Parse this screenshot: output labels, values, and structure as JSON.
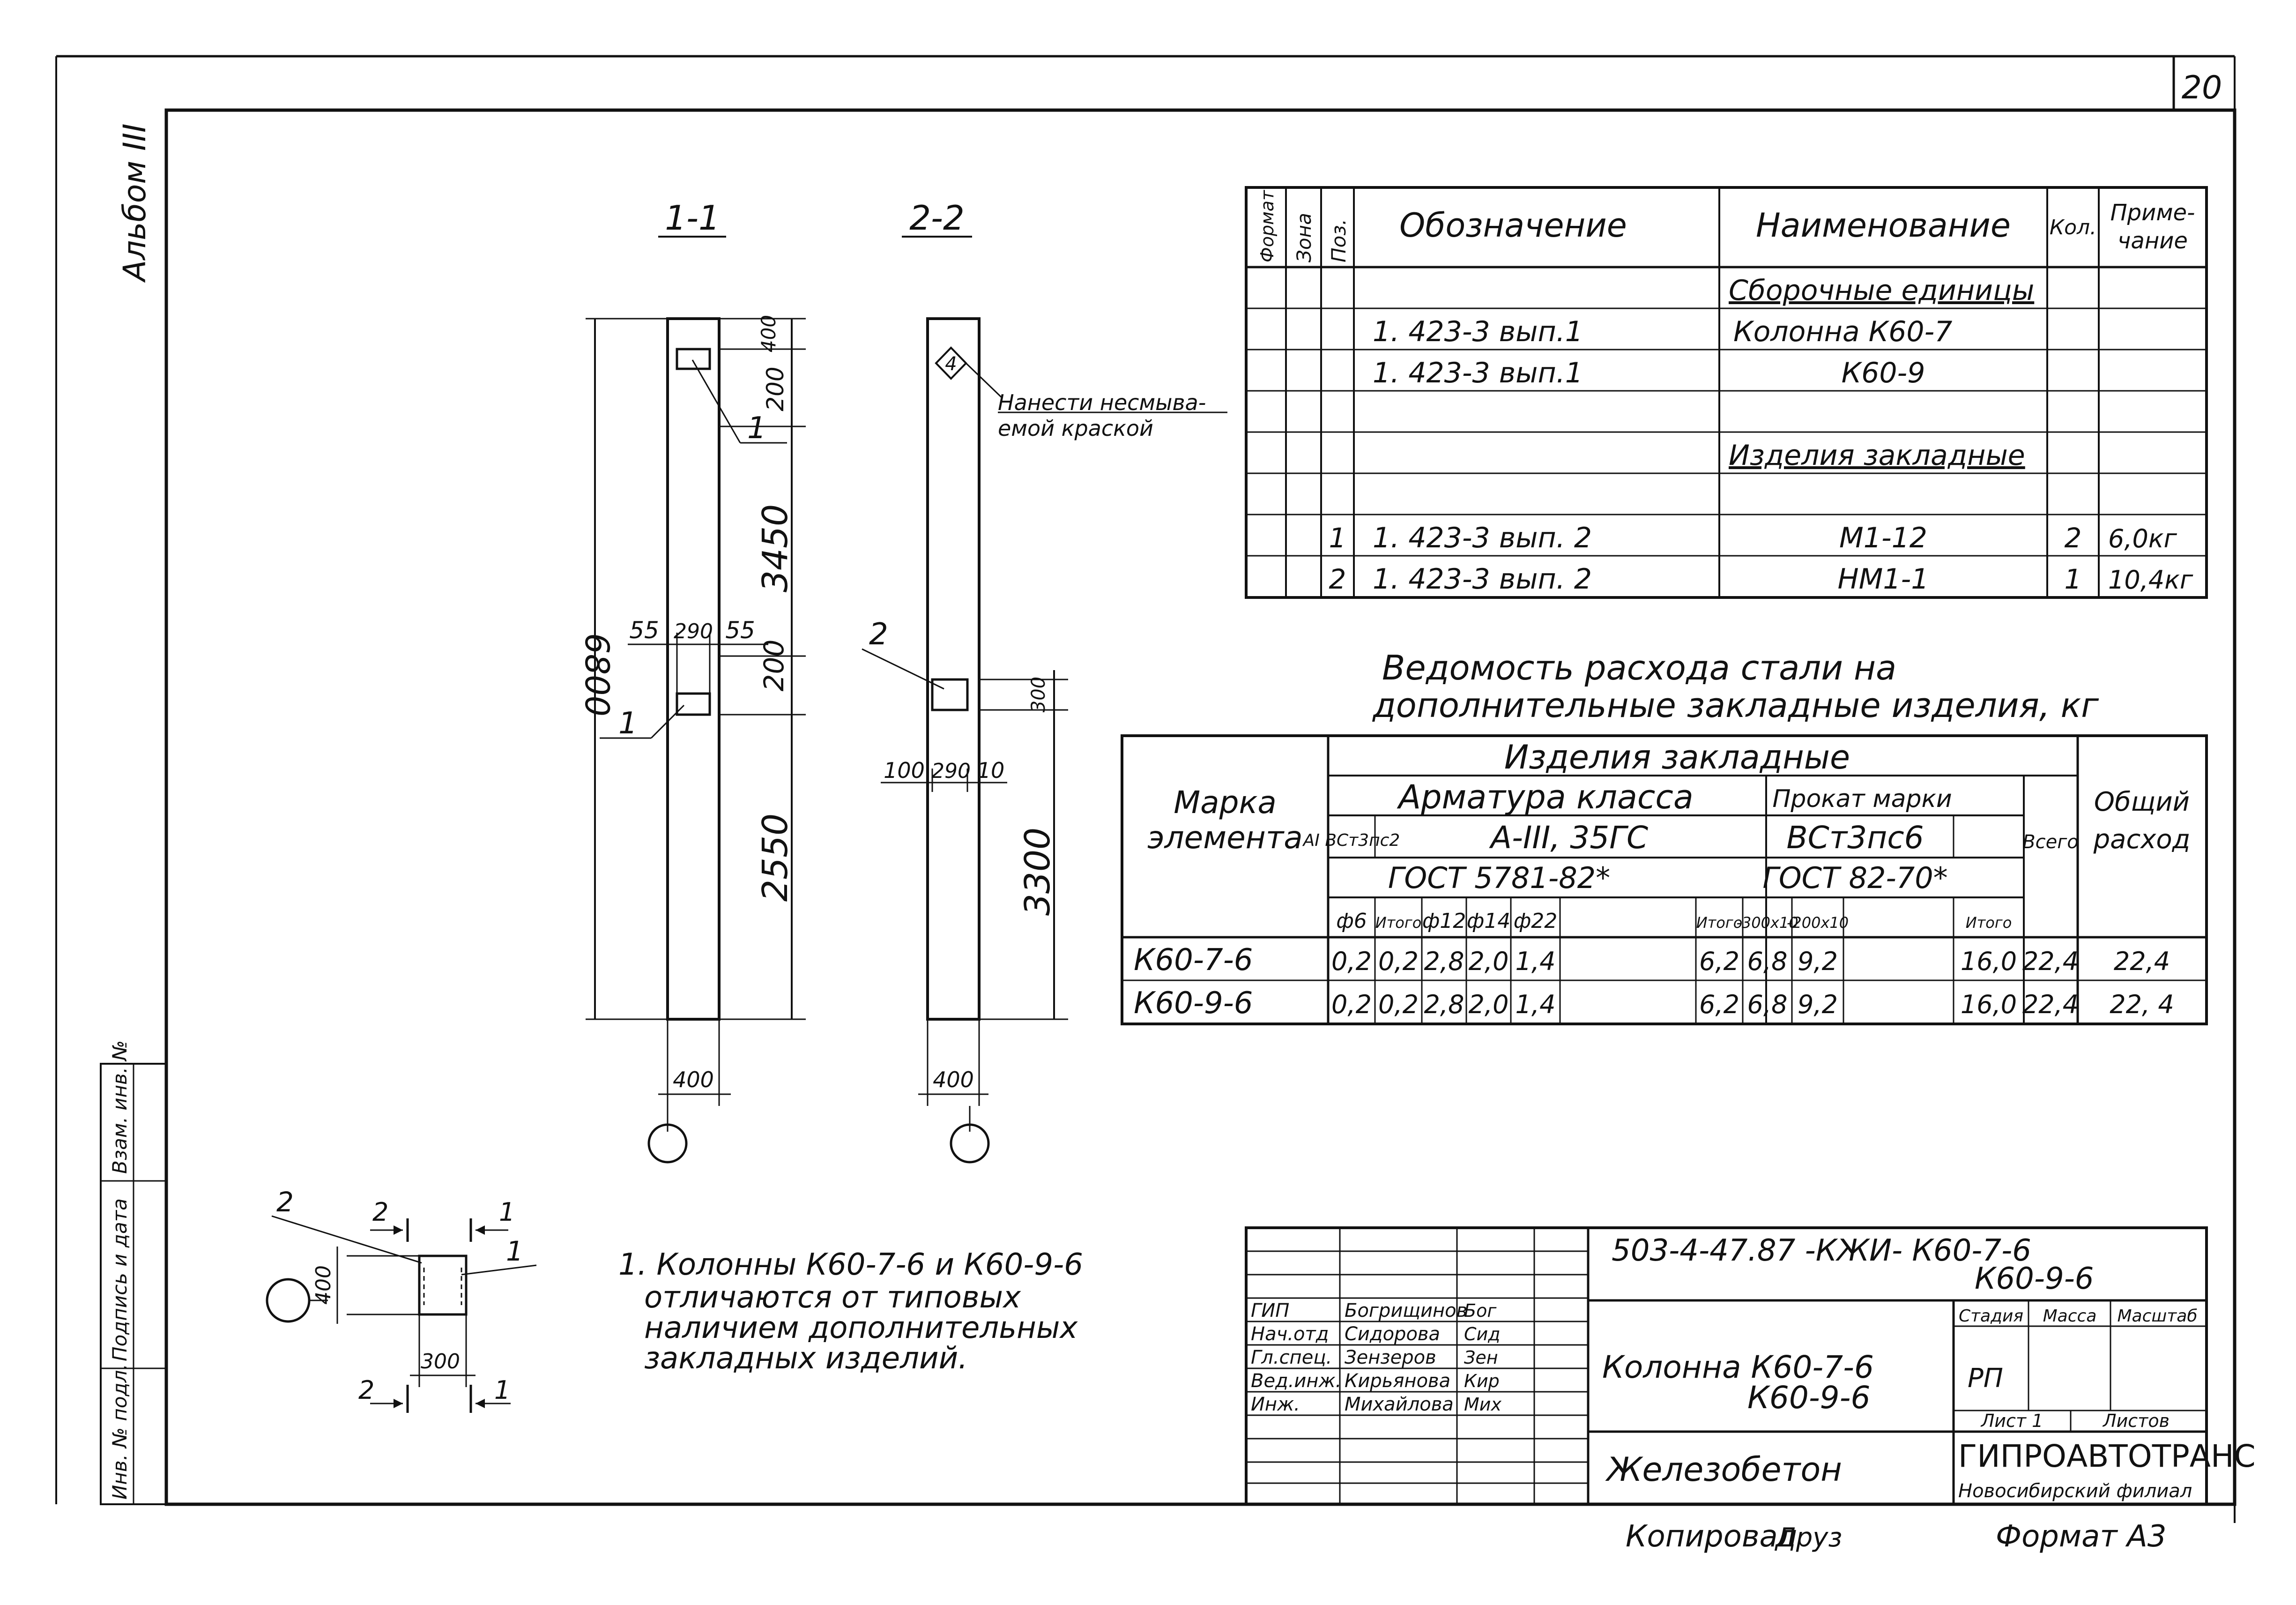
{
  "sheet_number": "20",
  "album_label": "Альбом III",
  "sections": {
    "s1": {
      "label": "1-1",
      "overall": "6800",
      "top_offset": "400",
      "plate_height": "200",
      "mid_gap": "3450",
      "lower_plate": "200",
      "bottom": "2550",
      "split_left": "55",
      "split_mid": "290",
      "split_right": "55",
      "width": "400",
      "marker_upper": "1",
      "marker_lower": "1"
    },
    "s2": {
      "label": "2-2",
      "mark_tag": "4",
      "note": [
        "Нанести несмыва-",
        "емой краской"
      ],
      "plate_offset": "300",
      "bottom": "3300",
      "split_left": "100",
      "split_mid": "290",
      "split_right": "10",
      "width": "400",
      "marker": "2"
    }
  },
  "spec": {
    "headers": {
      "format": "Формат",
      "zone": "Зона",
      "pos": "Поз.",
      "designation": "Обозначение",
      "name": "Наименование",
      "qty": "Кол.",
      "note": [
        "Приме-",
        "чание"
      ]
    },
    "rows": [
      {
        "pos": "",
        "designation": "",
        "name": "Сборочные единицы",
        "qty": "",
        "note": ""
      },
      {
        "pos": "",
        "designation": "1. 423-3 вып.1",
        "name": "Колонна К60-7",
        "qty": "",
        "note": ""
      },
      {
        "pos": "",
        "designation": "1. 423-3 вып.1",
        "name": "К60-9",
        "qty": "",
        "note": ""
      },
      {
        "pos": "",
        "designation": "",
        "name": "",
        "qty": "",
        "note": ""
      },
      {
        "pos": "",
        "designation": "",
        "name": "Изделия закладные",
        "qty": "",
        "note": ""
      },
      {
        "pos": "",
        "designation": "",
        "name": "",
        "qty": "",
        "note": ""
      },
      {
        "pos": "1",
        "designation": "1. 423-3 вып. 2",
        "name": "М1-12",
        "qty": "2",
        "note": "6,0кг"
      },
      {
        "pos": "2",
        "designation": "1. 423-3 вып. 2",
        "name": "НМ1-1",
        "qty": "1",
        "note": "10,4кг"
      }
    ]
  },
  "steel": {
    "title_line1": "Ведомость расхода стали на",
    "title_line2": "дополнительные закладные изделия, кг",
    "h_mark": [
      "Марка",
      "элемента"
    ],
    "h_items": "Изделия закладные",
    "h_rebar": "Арматура класса",
    "h_rolled": "Прокат марки",
    "h_total": "Всего",
    "h_overall": [
      "Общий",
      "расход"
    ],
    "h_a1": "АI ВСт3пс2",
    "h_a3": "А-III, 35ГС",
    "h_vst": "ВСт3пс6",
    "h_gost1": "ГОСТ 5781-82*",
    "h_gost2": "ГОСТ 82-70*",
    "cols": [
      "ф6",
      "Итого",
      "ф12",
      "ф14",
      "ф22",
      "",
      "Итого",
      "-300х10",
      "-200х10",
      "",
      "Итого"
    ],
    "rows": [
      {
        "mark": "К60-7-6",
        "vals": [
          "0,2",
          "0,2",
          "2,8",
          "2,0",
          "1,4",
          "",
          "6,2",
          "6,8",
          "9,2",
          "",
          "16,0"
        ],
        "total": "22,4",
        "overall": "22,4"
      },
      {
        "mark": "К60-9-6",
        "vals": [
          "0,2",
          "0,2",
          "2,8",
          "2,0",
          "1,4",
          "",
          "6,2",
          "6,8",
          "9,2",
          "",
          "16,0"
        ],
        "total": "22,4",
        "overall": "22, 4"
      }
    ]
  },
  "detail": {
    "d400": "400",
    "d300": "300",
    "cut2_left": "2",
    "cut2_right": "2",
    "cut1_left": "1",
    "cut1_right": "1",
    "callout2": "2",
    "callout1": "1"
  },
  "note_lines": [
    "1. Колонны К60-7-6 и К60-9-6",
    "отличаются от типовых",
    "наличием дополнительных",
    "закладных изделий."
  ],
  "left_strip": {
    "inv": "Инв. № подл.",
    "sign": "Подпись и дата",
    "replace": "Взам. инв. №"
  },
  "title_block": {
    "code": "503-4-47.87   -КЖИ- К60-7-6",
    "code2": "К60-9-6",
    "roles": [
      {
        "role": "ГИП",
        "name": "Богрищинов",
        "sig": "Бог"
      },
      {
        "role": "Нач.отд",
        "name": "Сидорова",
        "sig": "Сид"
      },
      {
        "role": "Гл.спец.",
        "name": "Зензеров",
        "sig": "Зен"
      },
      {
        "role": "Вед.инж.",
        "name": "Кирьянова",
        "sig": "Кир"
      },
      {
        "role": "Инж.",
        "name": "Михайлова",
        "sig": "Мих"
      }
    ],
    "object_line1": "Колонна  К60-7-6",
    "object_line2": "К60-9-6",
    "material": "Железобетон",
    "stage_h": "Стадия",
    "mass_h": "Масса",
    "scale_h": "Масштаб",
    "stage": "РП",
    "sheet_h": "Лист 1",
    "sheets_h": "Листов",
    "org": "ГИПРОАВТОТРАНС",
    "org2": "Новосибирский филиал"
  },
  "footer": {
    "copied": "Копировал",
    "copied_sig": "Друз",
    "format": "Формат А3"
  }
}
